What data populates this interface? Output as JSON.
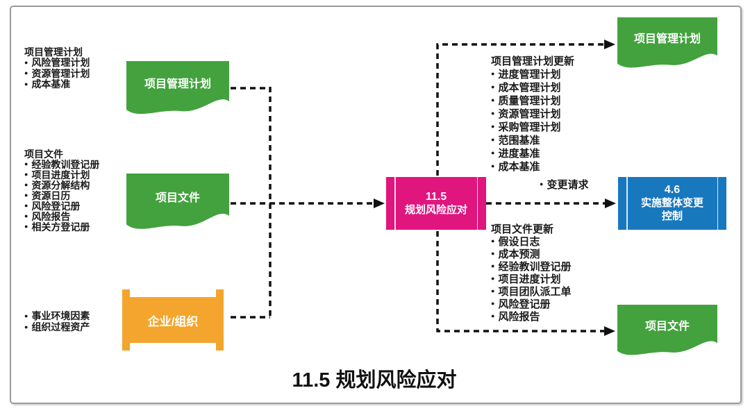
{
  "glyphs": {
    "bullet": "●"
  },
  "colors": {
    "green": "#43A23E",
    "orange": "#F4A52D",
    "pink": "#E0157E",
    "blue": "#1878BE",
    "line": "#111111",
    "text": "#1A1A1A",
    "frame": "#9A9A9A"
  },
  "title": "11.5 规划风险应对",
  "inputs": {
    "pm_plan": {
      "list_header": "项目管理计划",
      "list_items": [
        "风险管理计划",
        "资源管理计划",
        "成本基准"
      ],
      "shape_label": "项目管理计划"
    },
    "project_docs": {
      "list_header": "项目文件",
      "list_items": [
        "经验教训登记册",
        "项目进度计划",
        "资源分解结构",
        "资源日历",
        "风险登记册",
        "风险报告",
        "相关方登记册"
      ],
      "shape_label": "项目文件"
    },
    "enterprise": {
      "list_items": [
        "事业环境因素",
        "组织过程资产"
      ],
      "shape_label": "企业/组织"
    }
  },
  "process": {
    "number": "11.5",
    "name": "规划风险应对"
  },
  "outputs": {
    "pm_plan_updates": {
      "list_header": "项目管理计划更新",
      "list_items": [
        "进度管理计划",
        "成本管理计划",
        "质量管理计划",
        "资源管理计划",
        "采购管理计划",
        "范围基准",
        "进度基准",
        "成本基准"
      ]
    },
    "change_request": "变更请求",
    "doc_updates": {
      "list_header": "项目文件更新",
      "list_items": [
        "假设日志",
        "成本预测",
        "经验教训登记册",
        "项目进度计划",
        "项目团队派工单",
        "风险登记册",
        "风险报告"
      ]
    },
    "pm_plan_shape_label": "项目管理计划",
    "change_control_box": {
      "number": "4.6",
      "name": "实施整体变更\n控制"
    },
    "doc_shape_label": "项目文件"
  }
}
